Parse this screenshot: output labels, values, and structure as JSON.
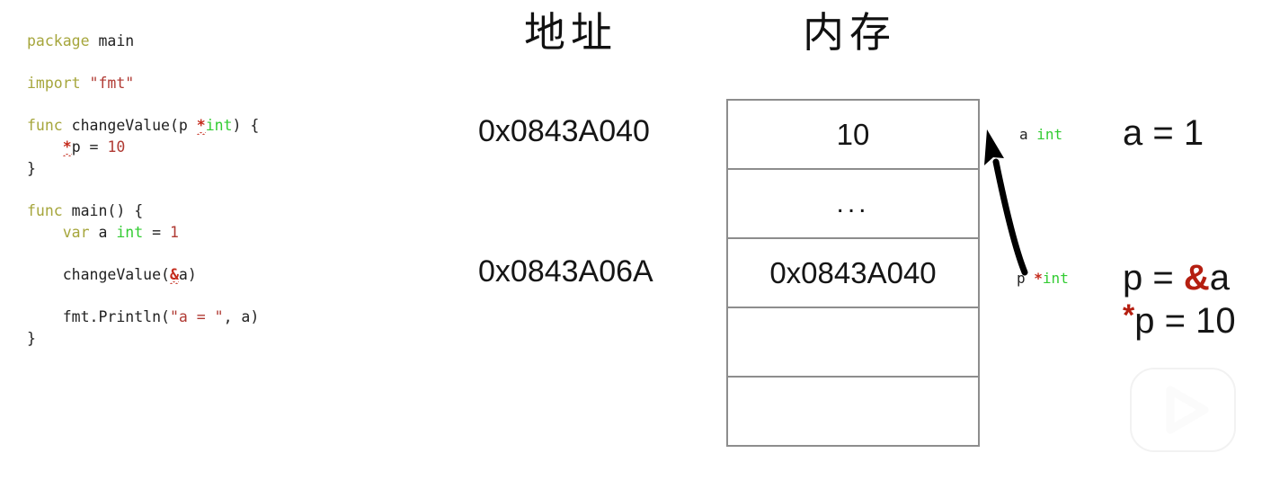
{
  "code": {
    "language": "go",
    "lines": [
      [
        {
          "t": "package ",
          "c": "kw"
        },
        {
          "t": "main",
          "c": "plain"
        }
      ],
      [],
      [
        {
          "t": "import ",
          "c": "kw"
        },
        {
          "t": "\"fmt\"",
          "c": "str"
        }
      ],
      [],
      [
        {
          "t": "func ",
          "c": "kw"
        },
        {
          "t": "changeValue(p ",
          "c": "plain"
        },
        {
          "t": "*",
          "c": "ptr"
        },
        {
          "t": "int",
          "c": "typ"
        },
        {
          "t": ") {",
          "c": "plain"
        }
      ],
      [
        {
          "t": "    ",
          "c": "plain"
        },
        {
          "t": "*",
          "c": "ptr"
        },
        {
          "t": "p = ",
          "c": "plain"
        },
        {
          "t": "10",
          "c": "num"
        }
      ],
      [
        {
          "t": "}",
          "c": "plain"
        }
      ],
      [],
      [
        {
          "t": "func ",
          "c": "kw"
        },
        {
          "t": "main() {",
          "c": "plain"
        }
      ],
      [
        {
          "t": "    ",
          "c": "plain"
        },
        {
          "t": "var ",
          "c": "kw"
        },
        {
          "t": "a ",
          "c": "plain"
        },
        {
          "t": "int",
          "c": "typ"
        },
        {
          "t": " = ",
          "c": "plain"
        },
        {
          "t": "1",
          "c": "num"
        }
      ],
      [],
      [
        {
          "t": "    changeValue(",
          "c": "plain"
        },
        {
          "t": "&",
          "c": "ptr"
        },
        {
          "t": "a)",
          "c": "plain"
        }
      ],
      [],
      [
        {
          "t": "    fmt.Println(",
          "c": "plain"
        },
        {
          "t": "\"a = \"",
          "c": "str"
        },
        {
          "t": ", a)",
          "c": "plain"
        }
      ],
      [
        {
          "t": "}",
          "c": "plain"
        }
      ]
    ]
  },
  "diagram": {
    "header_address": "地址",
    "header_memory": "内存",
    "addresses": [
      {
        "row": 0,
        "value": "0x0843A040"
      },
      {
        "row": 2,
        "value": "0x0843A06A"
      }
    ],
    "memory_cells": [
      {
        "value": "10",
        "kind": "value"
      },
      {
        "value": "...",
        "kind": "ellipsis"
      },
      {
        "value": "0x0843A040",
        "kind": "pointer"
      },
      {
        "value": "",
        "kind": "empty"
      },
      {
        "value": "",
        "kind": "empty"
      }
    ],
    "annotations": {
      "var_a": {
        "name": "a",
        "type": "int"
      },
      "var_p": {
        "name": "p",
        "star": "*",
        "type": "int"
      }
    },
    "expressions": {
      "a_assign": {
        "lhs": "a = ",
        "rhs": "1"
      },
      "p_assign": {
        "lhs": "p = ",
        "amp": "&",
        "rhs": "a"
      },
      "deref_assign": {
        "star": "*",
        "rest": "p = 10"
      }
    }
  },
  "colors": {
    "keyword": "#a6a63c",
    "string": "#b03a33",
    "number": "#b03a33",
    "type": "#33cc33",
    "pointer_op": "#c42b1c",
    "table_border": "#8d8d8d",
    "text": "#151515",
    "accent_red": "#b51f11"
  },
  "watermark": {
    "icon": "tv-play-icon",
    "label": ""
  }
}
